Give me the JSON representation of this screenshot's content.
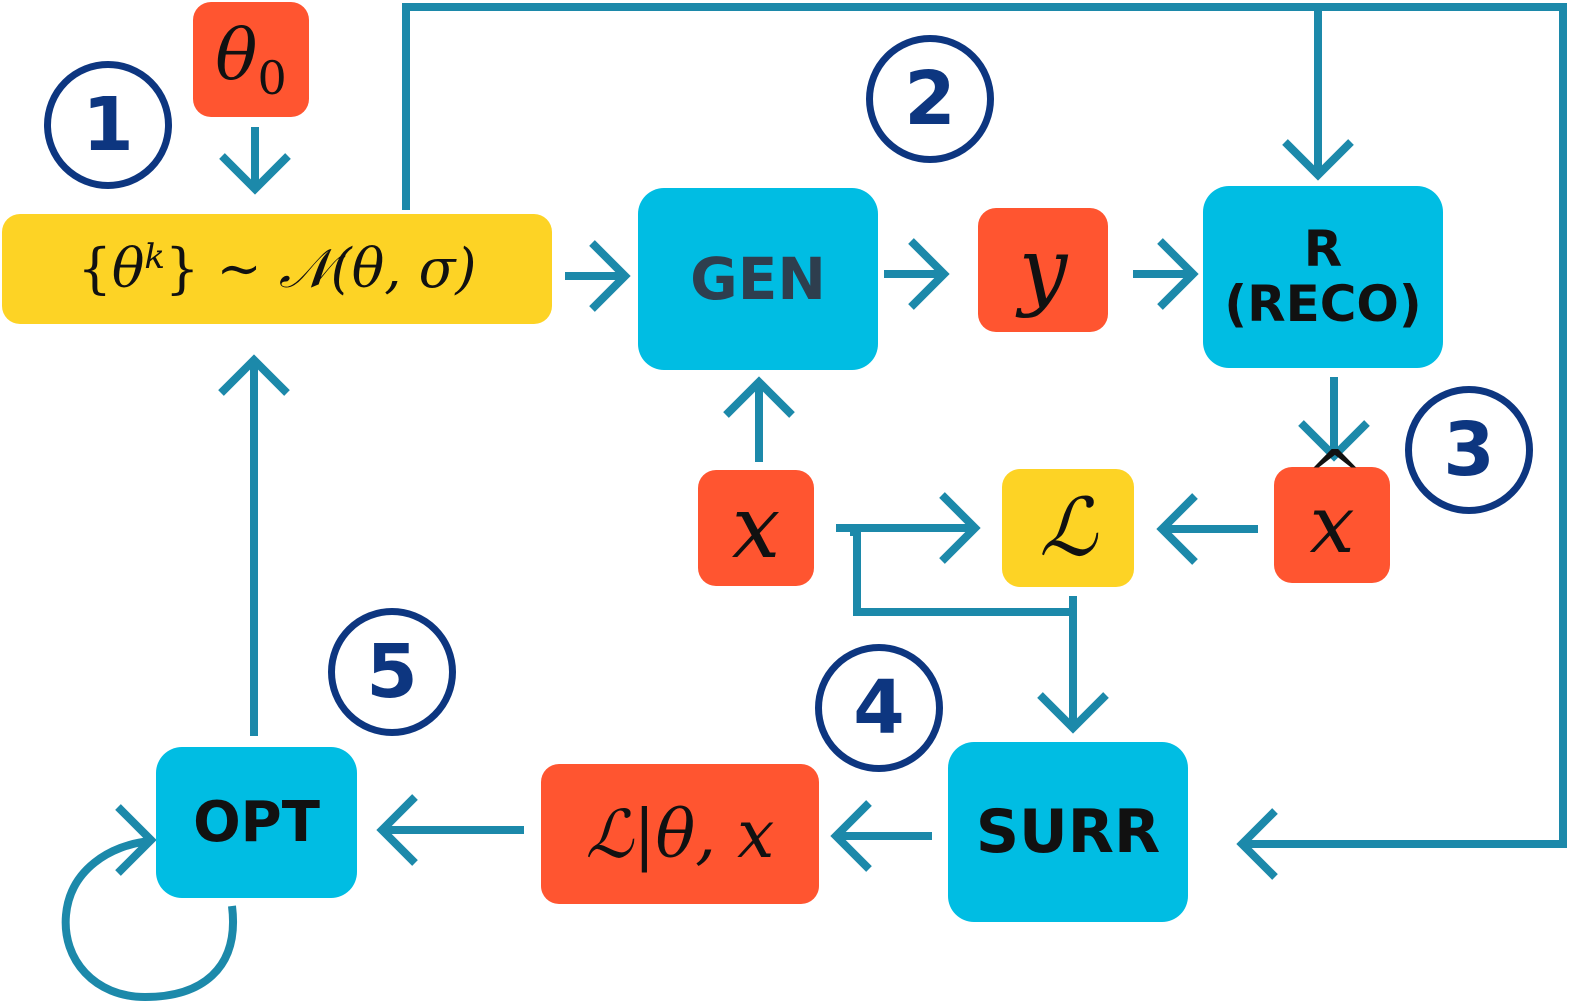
{
  "colors": {
    "cyan": "#00bde3",
    "orange": "#ff5530",
    "yellow": "#fdd325",
    "arrow": "#1c89aa",
    "circle": "#0d3680"
  },
  "steps": [
    "1",
    "2",
    "3",
    "4",
    "5"
  ],
  "nodes": {
    "theta0": {
      "symbol": "θ",
      "sub": "0"
    },
    "sampling": {
      "open": "{",
      "theta": "θ",
      "sup": "k",
      "close": "}",
      "tilde": "∼",
      "normal": "𝒩",
      "args": "(θ, σ)"
    },
    "gen": "GEN",
    "y": "y",
    "reco_r": "R",
    "reco_label": "(RECO)",
    "x": "x",
    "loss": "ℒ",
    "xhat": "x",
    "surr": "SURR",
    "cond_loss": {
      "loss": "ℒ",
      "bar": "|",
      "rest": "θ, x"
    },
    "opt": "OPT"
  }
}
